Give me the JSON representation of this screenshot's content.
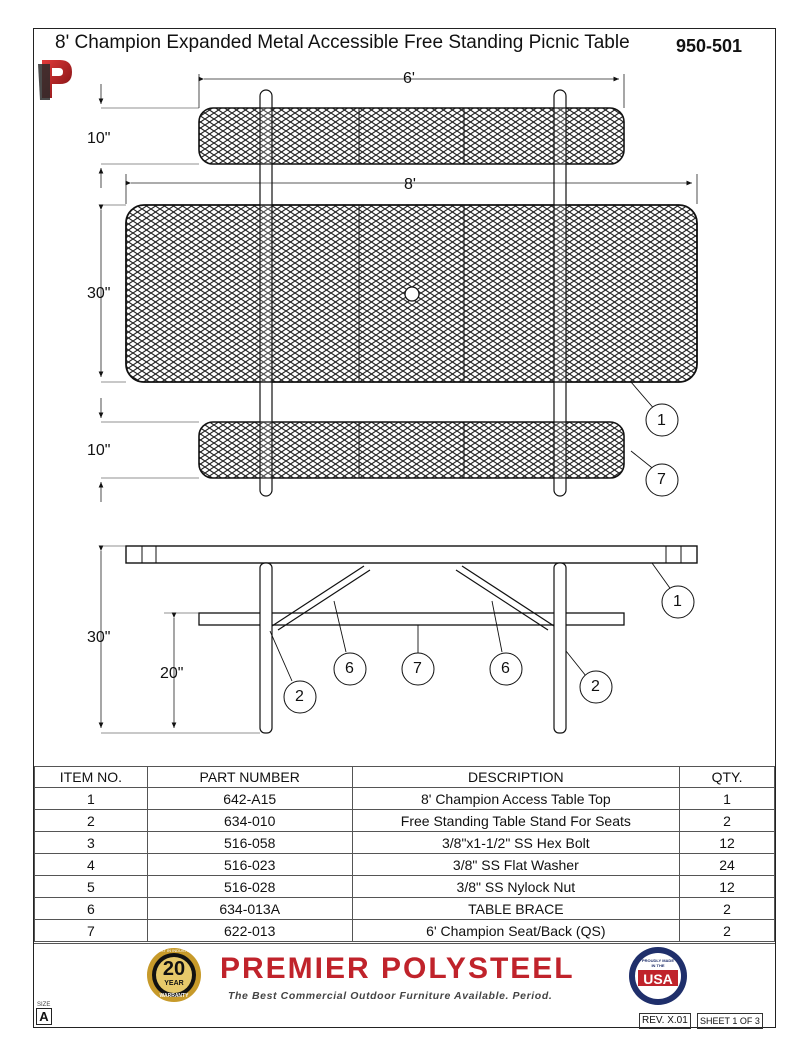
{
  "header": {
    "title": "8' Champion Expanded Metal Accessible Free Standing Picnic Table",
    "doc_number": "950-501"
  },
  "logo": {
    "text": "P"
  },
  "dimensions": {
    "seat_width": "10\"",
    "seat_width_bottom": "10\"",
    "seat_length": "6'",
    "top_length": "8'",
    "top_width": "30\"",
    "table_height": "30\"",
    "seat_height": "20\""
  },
  "callouts": [
    "1",
    "7",
    "1",
    "6",
    "7",
    "6",
    "2",
    "2"
  ],
  "bom": {
    "headers": [
      "ITEM NO.",
      "PART NUMBER",
      "DESCRIPTION",
      "QTY."
    ],
    "rows": [
      [
        "1",
        "642-A15",
        "8' Champion Access Table Top",
        "1"
      ],
      [
        "2",
        "634-010",
        "Free Standing Table Stand For Seats",
        "2"
      ],
      [
        "3",
        "516-058",
        "3/8\"x1-1/2\" SS Hex Bolt",
        "12"
      ],
      [
        "4",
        "516-023",
        "3/8\" SS Flat Washer",
        "24"
      ],
      [
        "5",
        "516-028",
        "3/8\" SS Nylock Nut",
        "12"
      ],
      [
        "6",
        "634-013A",
        "TABLE BRACE",
        "2"
      ],
      [
        "7",
        "622-013",
        "6' Champion Seat/Back (QS)",
        "2"
      ]
    ]
  },
  "footer": {
    "warranty_badge_top": "BEST IN INDUSTRY",
    "warranty_badge_number": "20",
    "warranty_badge_year": "YEAR",
    "warranty_badge_bottom": "WARRANTY",
    "brand": "PREMIER POLYSTEEL",
    "tagline": "The Best Commercial Outdoor Furniture Available. Period.",
    "usa_badge_top": "PROUDLY MADE IN THE",
    "usa_badge_text": "USA",
    "size_label": "SIZE",
    "size_value": "A",
    "revision": "REV. X.01",
    "sheet": "SHEET 1 OF 3"
  }
}
